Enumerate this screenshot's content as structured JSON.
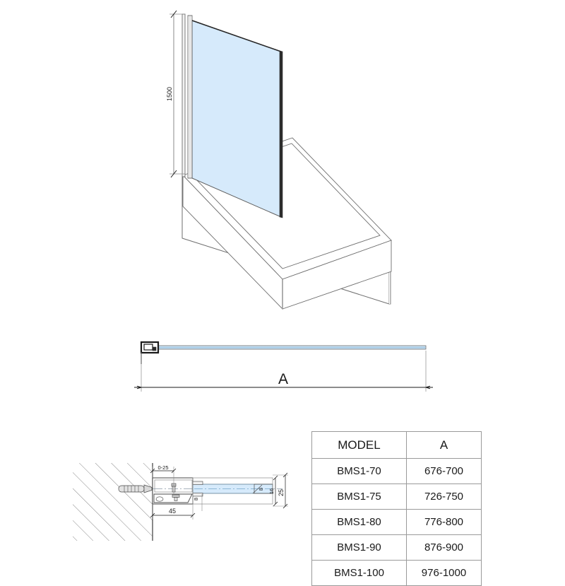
{
  "drawing": {
    "title": "Bath screen technical drawing",
    "views": {
      "isometric": {
        "name": "isometric-assembly-view",
        "height_dimension": "1500",
        "glass_color": "#d6eafb",
        "outline_color": "#595959"
      },
      "plan": {
        "name": "plan-view",
        "width_dimension_label": "A"
      },
      "detail": {
        "name": "wall-mount-detail-view",
        "dimensions": {
          "profile_adjust": "0-25",
          "bracket_depth": "45",
          "glass_thickness": "8",
          "profile_inner": "16",
          "profile_total": "25"
        }
      }
    }
  },
  "spec_table": {
    "name": "model-dimension-table",
    "headers": [
      "MODEL",
      "A"
    ],
    "rows": [
      {
        "model": "BMS1-70",
        "a": "676-700"
      },
      {
        "model": "BMS1-75",
        "a": "726-750"
      },
      {
        "model": "BMS1-80",
        "a": "776-800"
      },
      {
        "model": "BMS1-90",
        "a": "876-900"
      },
      {
        "model": "BMS1-100",
        "a": "976-1000"
      }
    ]
  }
}
